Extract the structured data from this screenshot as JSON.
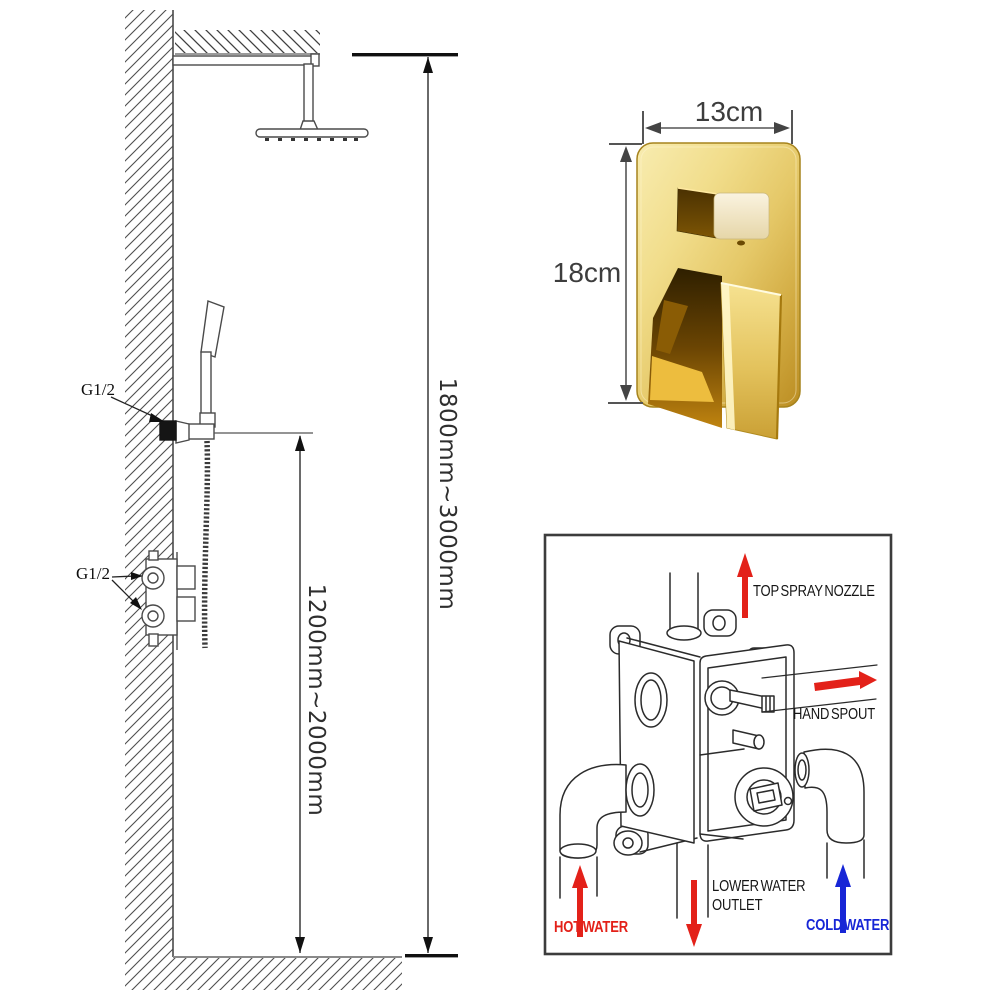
{
  "installation_drawing": {
    "port_label_upper": "G1/2",
    "port_label_lower": "G1/2",
    "overall_height_range": "1800mm~3000mm",
    "hand_shower_height_range": "1200mm~2000mm"
  },
  "valve_trim_photo": {
    "width_label": "13cm",
    "height_label": "18cm"
  },
  "rough_in_valve_diagram": {
    "top_spray_label": "TOP SPRAY NOZZLE",
    "hand_spout_label": "HAND SPOUT",
    "lower_outlet_label_line1": "LOWER WATER",
    "lower_outlet_label_line2": "OUTLET",
    "hot_water_label": "HOT WATER",
    "cold_water_label": "COLD WATER"
  },
  "colors": {
    "hot_water_red": "#e32119",
    "cold_water_blue": "#1726d6",
    "line_art": "#2e2e2e",
    "gold_light": "#f8ecb0",
    "gold_dark": "#bb8d22"
  }
}
